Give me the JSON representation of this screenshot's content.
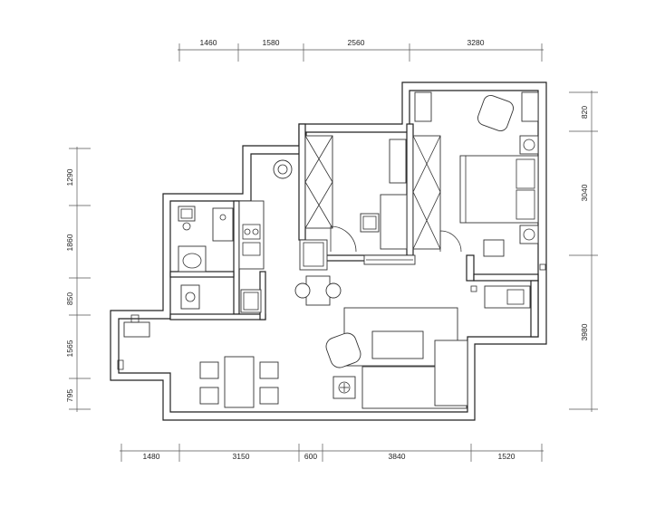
{
  "colors": {
    "line": "#222222",
    "background": "#ffffff"
  },
  "dimensions": {
    "top": [
      "1460",
      "1580",
      "2560",
      "3280"
    ],
    "bottom": [
      "1480",
      "3150",
      "600",
      "3840",
      "1520"
    ],
    "left": [
      "1290",
      "1860",
      "850",
      "1565",
      "795"
    ],
    "right": [
      "820",
      "3040",
      "3980"
    ]
  }
}
